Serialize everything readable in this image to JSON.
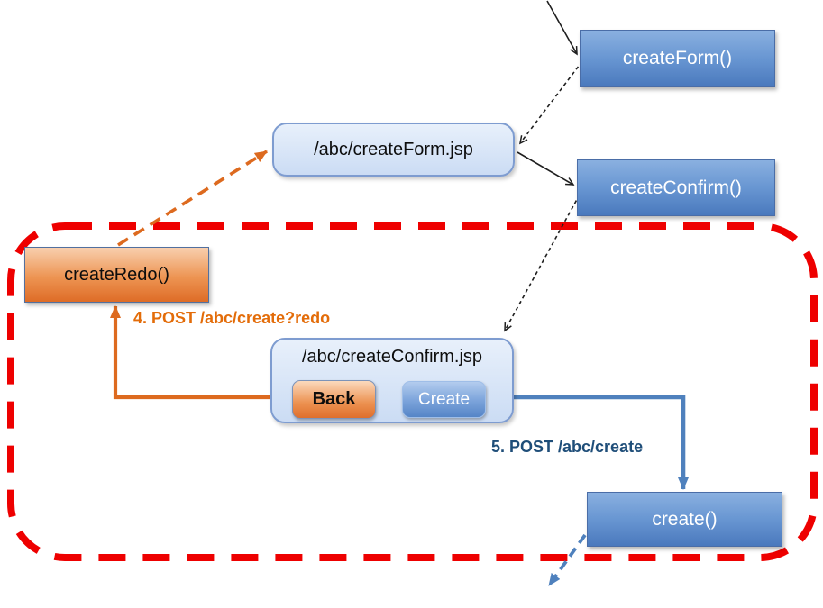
{
  "colors": {
    "handler_box_blue": "#4F81BD",
    "jsp_box_fill": "#D6E4F7",
    "jsp_box_border": "#7E9CD0",
    "redo_box_orange": "#E36C0A",
    "boundary_red": "#EE0000",
    "arrow_orange": "#DD6A1F",
    "arrow_blue": "#4F81BD",
    "label_orange": "#E36C09",
    "label_navy": "#1F4E79"
  },
  "nodes": {
    "create_form": {
      "label": "createForm()"
    },
    "create_form_jsp": {
      "label": "/abc/createForm.jsp"
    },
    "create_confirm": {
      "label": "createConfirm()"
    },
    "create_redo": {
      "label": "createRedo()"
    },
    "create_confirm_jsp": {
      "label": "/abc/createConfirm.jsp",
      "back_button": "Back",
      "create_button": "Create"
    },
    "create": {
      "label": "create()"
    }
  },
  "edge_labels": {
    "post_redo": "4. POST /abc/create?redo",
    "post_create": "5. POST /abc/create"
  }
}
